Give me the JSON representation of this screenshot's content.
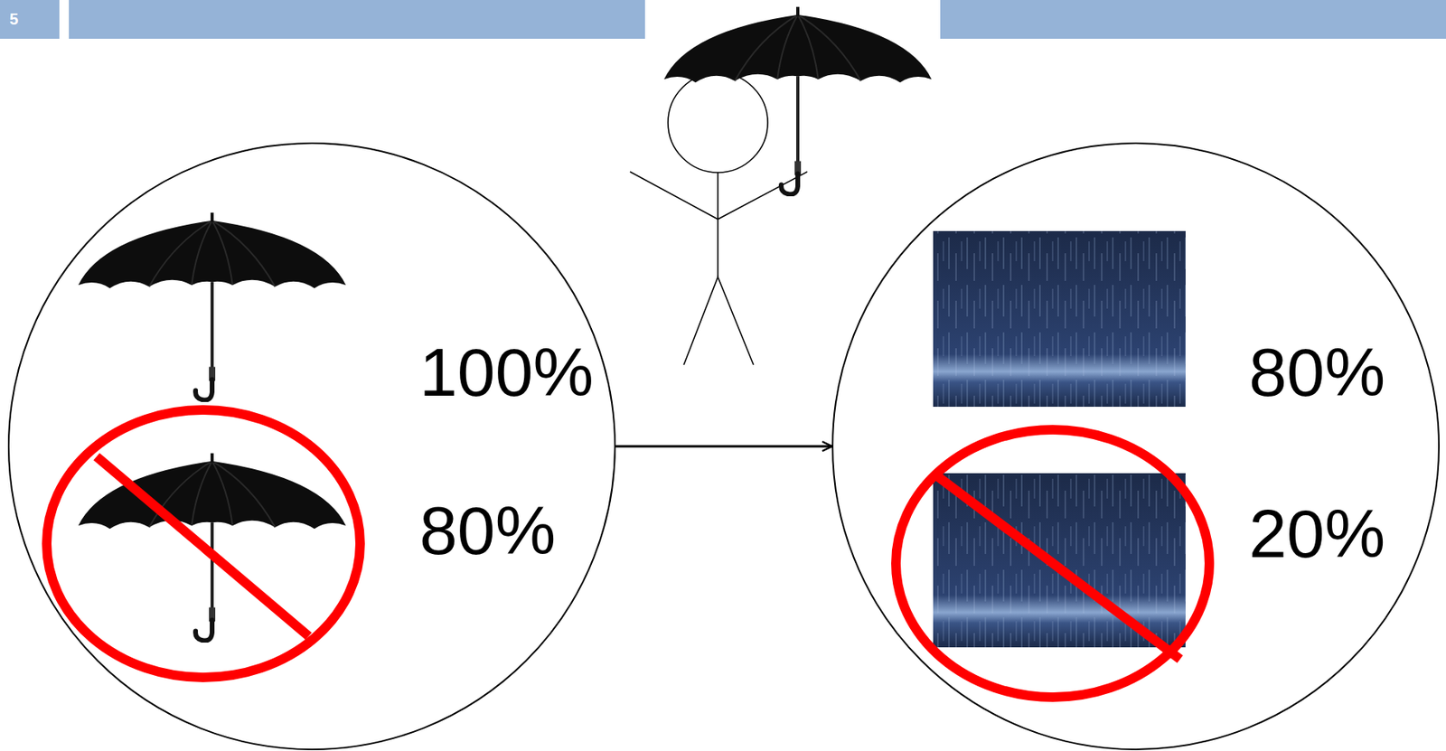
{
  "diagram": {
    "nodes": [
      {
        "text": [
          "100%",
          "80%"
        ]
      },
      {
        "text": [
          "80%",
          "20%"
        ]
      }
    ],
    "edges": [
      {
        "from": 0,
        "to": 1,
        "arrow": "to"
      }
    ],
    "labels": [
      "5"
    ]
  }
}
